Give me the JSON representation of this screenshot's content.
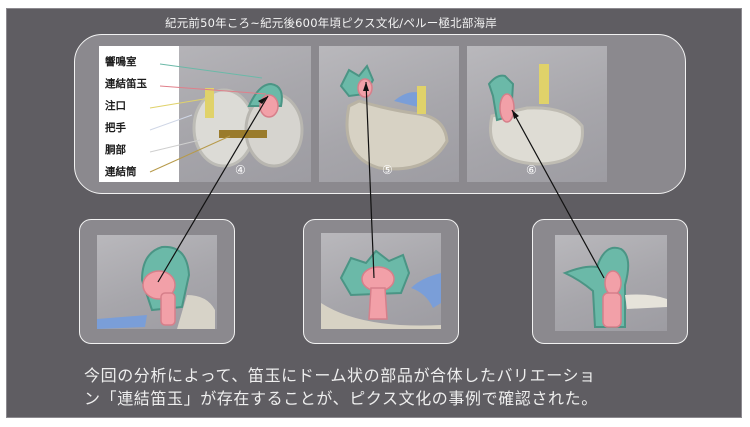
{
  "header": {
    "title": "紀元前50年ころ~紀元後600年頃ピクス文化/ペルー極北部海岸"
  },
  "legend": {
    "items": [
      "響鳴室",
      "連結笛玉",
      "注口",
      "把手",
      "胴部",
      "連結筒"
    ]
  },
  "photos": {
    "labels": [
      "④",
      "⑤",
      "⑥"
    ]
  },
  "caption": {
    "line1": "今回の分析によって、笛玉にドーム状の部品が合体したバリエーショ",
    "line2": "ン「連結笛玉」が存在することが、ピクス文化の事例で確認された。"
  },
  "colors": {
    "background": "#5f5d62",
    "panel": "#8b898e",
    "chamber_teal": "#6bb9a8",
    "ball_pink": "#f2a0a8",
    "spout_yellow": "#e0d26a",
    "tube_brown": "#9a7b2c",
    "handle_blue": "#7a9ed8"
  }
}
